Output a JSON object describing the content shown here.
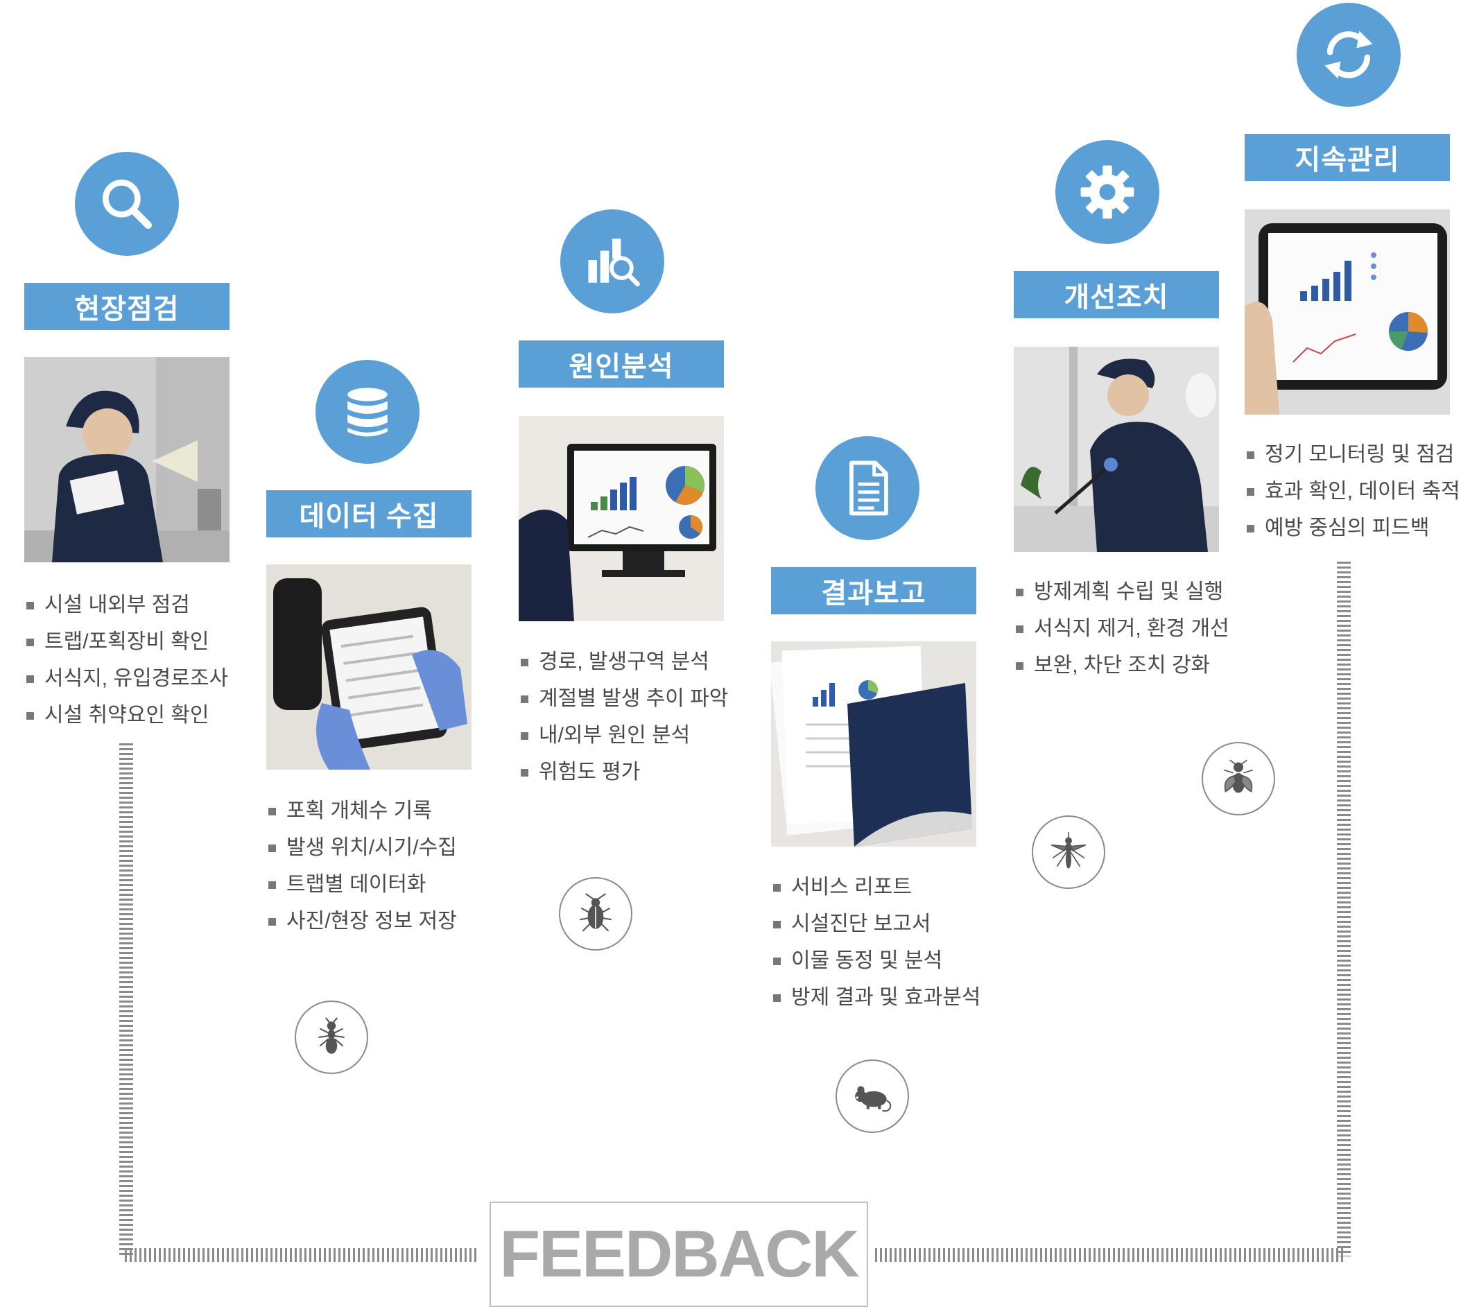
{
  "steps": [
    {
      "title": "현장점검",
      "icon": "search-icon",
      "bullets": [
        "시설 내외부 점검",
        "트랩/포획장비 확인",
        "서식지, 유입경로조사",
        "시설 취약요인 확인"
      ]
    },
    {
      "title": "데이터 수집",
      "icon": "database-icon",
      "bullets": [
        "포획 개체수 기록",
        "발생 위치/시기/수집",
        "트랩별 데이터화",
        "사진/현장 정보 저장"
      ]
    },
    {
      "title": "원인분석",
      "icon": "chart-search-icon",
      "bullets": [
        "경로, 발생구역 분석",
        "계절별 발생 추이 파악",
        "내/외부 원인 분석",
        "위험도 평가"
      ]
    },
    {
      "title": "결과보고",
      "icon": "document-icon",
      "bullets": [
        "서비스 리포트",
        "시설진단 보고서",
        "이물 동정 및 분석",
        "방제 결과 및 효과분석"
      ]
    },
    {
      "title": "개선조치",
      "icon": "gear-icon",
      "bullets": [
        "방제계획 수립 및 실행",
        "서식지 제거, 환경 개선",
        "보완, 차단 조치 강화"
      ]
    },
    {
      "title": "지속관리",
      "icon": "refresh-icon",
      "bullets": [
        "정기 모니터링 및 점검",
        "효과 확인, 데이터 축적",
        "예방 중심의 피드백"
      ]
    }
  ],
  "pests": [
    "ant-icon",
    "cockroach-icon",
    "mouse-icon",
    "mosquito-icon",
    "fly-icon"
  ],
  "feedback": "FEEDBACK",
  "colors": {
    "accent": "#5a9fd5",
    "text": "#4a4a4a",
    "line": "#8a8a8a"
  }
}
